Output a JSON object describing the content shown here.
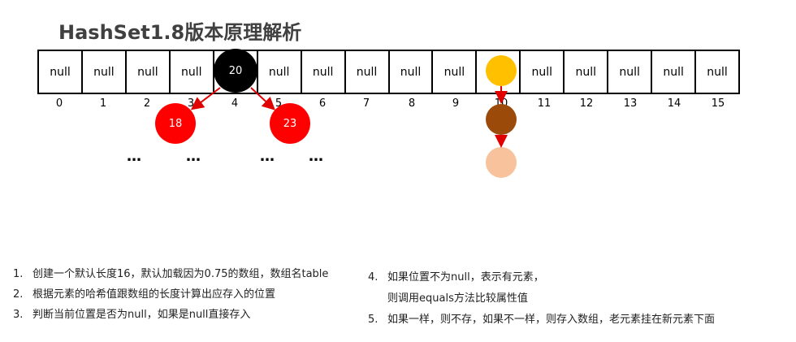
{
  "title": "HashSet1.8版本原理解析",
  "buckets": [
    "null",
    "null",
    "null",
    "null",
    "20",
    "null",
    "null",
    "null",
    "null",
    "null",
    "",
    "null",
    "null",
    "null",
    "null",
    "null"
  ],
  "indices": [
    "0",
    "1",
    "2",
    "3",
    "4",
    "5",
    "6",
    "7",
    "8",
    "9",
    "10",
    "11",
    "12",
    "13",
    "14",
    "15"
  ],
  "nodes": {
    "n18": "18",
    "n23": "23"
  },
  "dots": [
    "…",
    "…",
    "…",
    "…"
  ],
  "colors": {
    "black_node": "#000000",
    "red_node": "#ff0000",
    "yellow_node": "#ffc000",
    "brown_node": "#9c4a0a",
    "peach_node": "#f8c39c",
    "arrow": "#e00000"
  },
  "steps_left": [
    {
      "num": "1.",
      "text": "创建一个默认长度16，默认加载因为0.75的数组，数组名table"
    },
    {
      "num": "2.",
      "text": "根据元素的哈希值跟数组的长度计算出应存入的位置"
    },
    {
      "num": "3.",
      "text": "判断当前位置是否为null，如果是null直接存入"
    }
  ],
  "steps_right": [
    {
      "num": "4.",
      "text": "如果位置不为null，表示有元素，"
    },
    {
      "num": "",
      "text": "则调用equals方法比较属性值"
    },
    {
      "num": "5.",
      "text": "如果一样，则不存，如果不一样，则存入数组，老元素挂在新元素下面"
    }
  ]
}
